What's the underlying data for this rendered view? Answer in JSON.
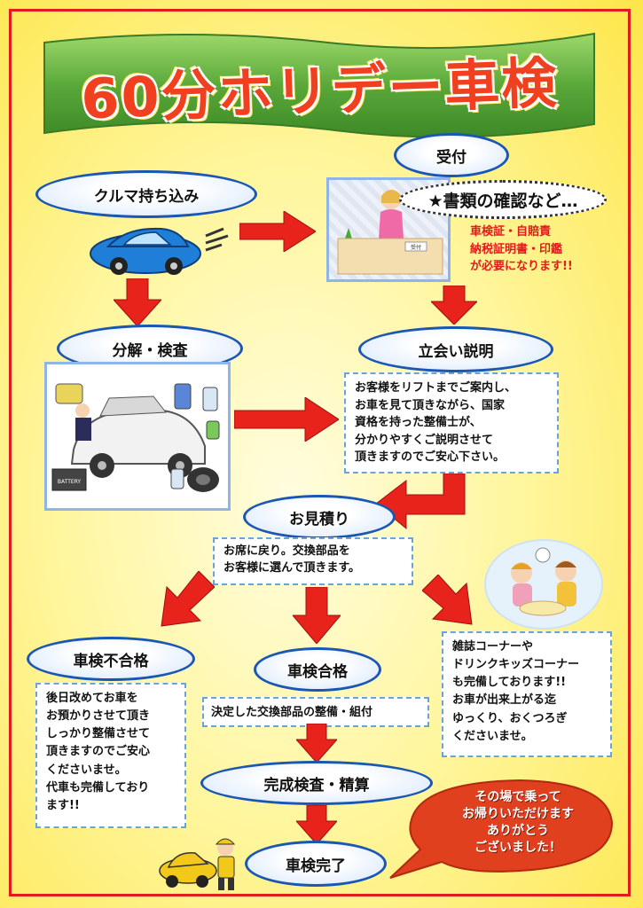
{
  "title": "60分ホリデー車検",
  "steps": {
    "reception": "受付",
    "bring_car": "クルマ持ち込み",
    "disassembly": "分解・検査",
    "explanation": "立会い説明",
    "estimate": "お見積り",
    "fail": "車検不合格",
    "pass": "車検合格",
    "final": "完成検査・精算",
    "complete": "車検完了"
  },
  "docs_check": "★書類の確認など…",
  "docs_required": [
    "車検証・自賠責",
    "納税証明書・印鑑",
    "が必要になります!!"
  ],
  "reception_sign": "受付",
  "explanation_text": [
    "お客様をリフトまでご案内し、",
    "お車を見て頂きながら、国家",
    "資格を持った整備士が、",
    "分かりやすくご説明させて",
    "頂きますのでご安心下さい。"
  ],
  "estimate_text": [
    "お席に戻り。交換部品を",
    "お客様に選んで頂きます。"
  ],
  "fail_text": [
    "後日改めてお車を",
    "お預かりさせて頂き",
    "しっかり整備させて",
    "頂きますのでご安心",
    "くださいませ。",
    "代車も完備しており",
    "ます!!"
  ],
  "pass_text": "決定した交換部品の整備・組付",
  "lounge_text": [
    "雑誌コーナーや",
    "ドリンクキッズコーナー",
    "も完備しております!!",
    "お車が出来上がる迄",
    "ゆっくり、おくつろぎ",
    "くださいませ。"
  ],
  "thanks_text": [
    "その場で乗って",
    "お帰りいただけます",
    "ありがとう",
    "ございました！"
  ],
  "battery_label": "BATTERY",
  "colors": {
    "arrow": "#e8231b",
    "oval_border": "#1a56b4",
    "banner": "#5aa83a",
    "title": "#f0401f"
  }
}
